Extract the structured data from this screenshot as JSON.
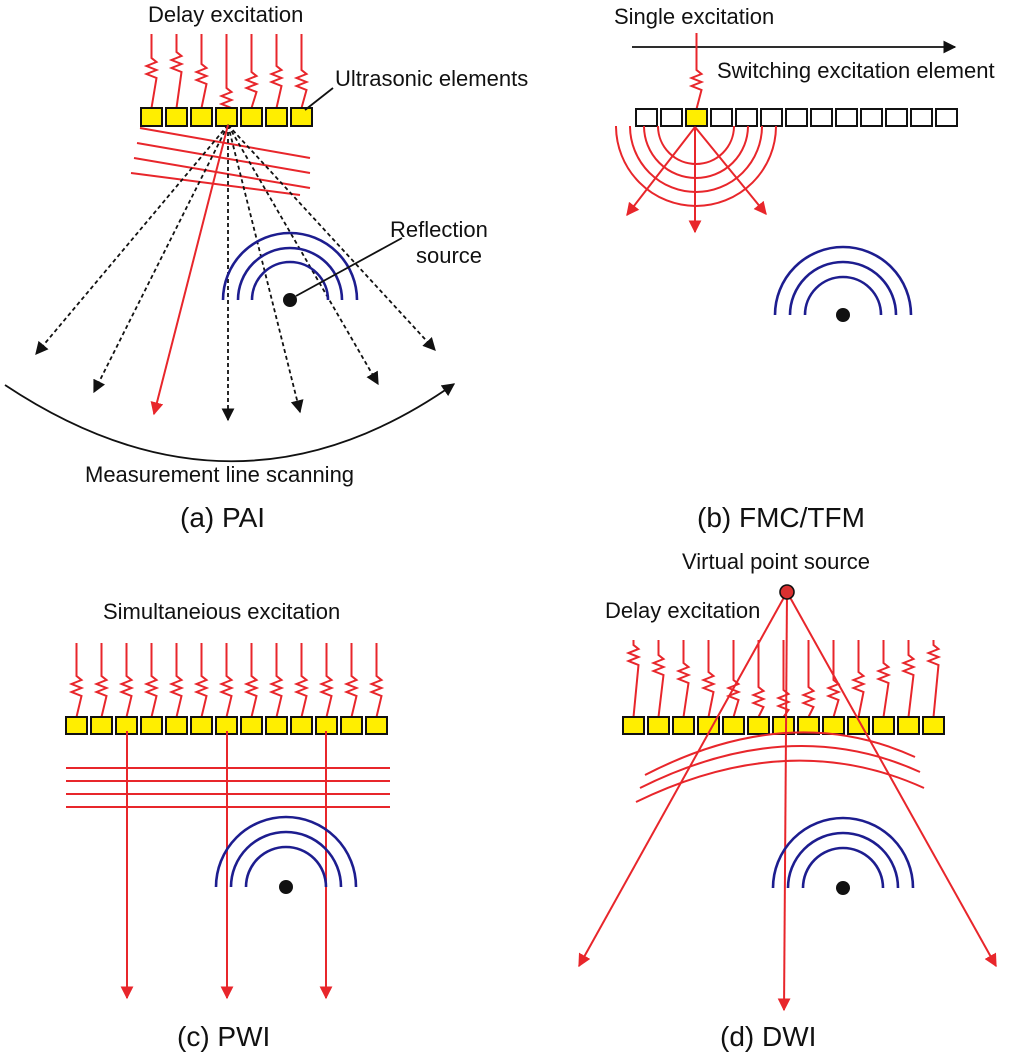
{
  "panels": {
    "pai": {
      "caption": "(a) PAI",
      "label_delay": "Delay excitation",
      "label_elements": "Ultrasonic elements",
      "label_reflection_1": "Reflection",
      "label_reflection_2": "source",
      "label_scan": "Measurement line scanning"
    },
    "fmc": {
      "caption": "(b) FMC/TFM",
      "label_single": "Single excitation",
      "label_switching": "Switching excitation element"
    },
    "pwi": {
      "caption": "(c) PWI",
      "label_simultaneous": "Simultaneious excitation"
    },
    "dwi": {
      "caption": "(d) DWI",
      "label_virtual": "Virtual point source",
      "label_delay": "Delay excitation"
    }
  },
  "colors": {
    "element_active": "#ffee00",
    "wave_red": "#e8262b",
    "wave_blue": "#1d1d8f",
    "point_source": "#d93030"
  }
}
